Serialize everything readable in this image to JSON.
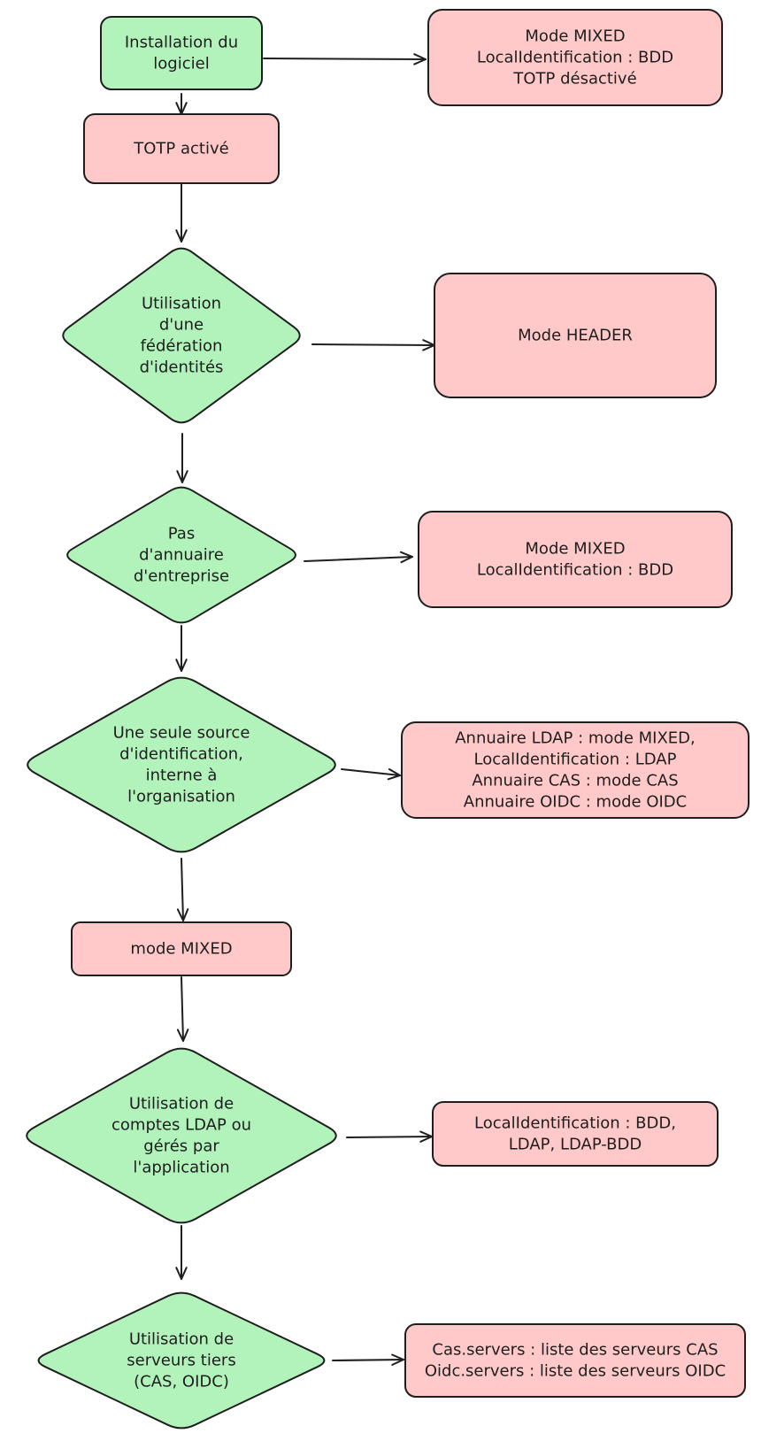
{
  "nodes": {
    "installation": {
      "shape": "rect",
      "fill": "#b2f2bb",
      "lines": [
        "Installation du",
        "logiciel"
      ]
    },
    "totp_active": {
      "shape": "rect",
      "fill": "#ffc9c9",
      "lines": [
        "TOTP activé"
      ]
    },
    "federation": {
      "shape": "diamond",
      "fill": "#b2f2bb",
      "lines": [
        "Utilisation",
        "d'une",
        "fédération",
        "d'identités"
      ]
    },
    "no_directory": {
      "shape": "diamond",
      "fill": "#b2f2bb",
      "lines": [
        "Pas",
        "d'annuaire",
        "d'entreprise"
      ]
    },
    "single_source": {
      "shape": "diamond",
      "fill": "#b2f2bb",
      "lines": [
        "Une seule source",
        "d'identification,",
        "interne à",
        "l'organisation"
      ]
    },
    "mixed_mode": {
      "shape": "rect",
      "fill": "#ffc9c9",
      "lines": [
        "mode MIXED"
      ]
    },
    "ldap_accounts": {
      "shape": "diamond",
      "fill": "#b2f2bb",
      "lines": [
        "Utilisation de",
        "comptes LDAP ou",
        "gérés par",
        "l'application"
      ]
    },
    "third_party": {
      "shape": "diamond",
      "fill": "#b2f2bb",
      "lines": [
        "Utilisation de",
        "serveurs tiers",
        "(CAS, OIDC)"
      ]
    },
    "r_mixed_totp": {
      "shape": "rect",
      "fill": "#ffc9c9",
      "lines": [
        "Mode MIXED",
        "LocalIdentification : BDD",
        "TOTP désactivé"
      ]
    },
    "r_header": {
      "shape": "rect",
      "fill": "#ffc9c9",
      "lines": [
        "Mode HEADER"
      ]
    },
    "r_mixed_bdd": {
      "shape": "rect",
      "fill": "#ffc9c9",
      "lines": [
        "Mode MIXED",
        "LocalIdentification : BDD"
      ]
    },
    "r_directories": {
      "shape": "rect",
      "fill": "#ffc9c9",
      "lines": [
        "Annuaire LDAP : mode MIXED,",
        "LocalIdentification : LDAP",
        "Annuaire CAS : mode CAS",
        "Annuaire OIDC : mode OIDC"
      ]
    },
    "r_local_ident": {
      "shape": "rect",
      "fill": "#ffc9c9",
      "lines": [
        "LocalIdentification : BDD,",
        "LDAP, LDAP-BDD"
      ]
    },
    "r_servers": {
      "shape": "rect",
      "fill": "#ffc9c9",
      "lines": [
        "Cas.servers : liste des serveurs CAS",
        "Oidc.servers : liste des serveurs OIDC"
      ]
    }
  },
  "edges": [
    {
      "from": "installation",
      "to": "r_mixed_totp"
    },
    {
      "from": "installation",
      "to": "totp_active"
    },
    {
      "from": "totp_active",
      "to": "federation"
    },
    {
      "from": "federation",
      "to": "r_header"
    },
    {
      "from": "federation",
      "to": "no_directory"
    },
    {
      "from": "no_directory",
      "to": "r_mixed_bdd"
    },
    {
      "from": "no_directory",
      "to": "single_source"
    },
    {
      "from": "single_source",
      "to": "r_directories"
    },
    {
      "from": "single_source",
      "to": "mixed_mode"
    },
    {
      "from": "mixed_mode",
      "to": "ldap_accounts"
    },
    {
      "from": "ldap_accounts",
      "to": "r_local_ident"
    },
    {
      "from": "ldap_accounts",
      "to": "third_party"
    },
    {
      "from": "third_party",
      "to": "r_servers"
    }
  ]
}
